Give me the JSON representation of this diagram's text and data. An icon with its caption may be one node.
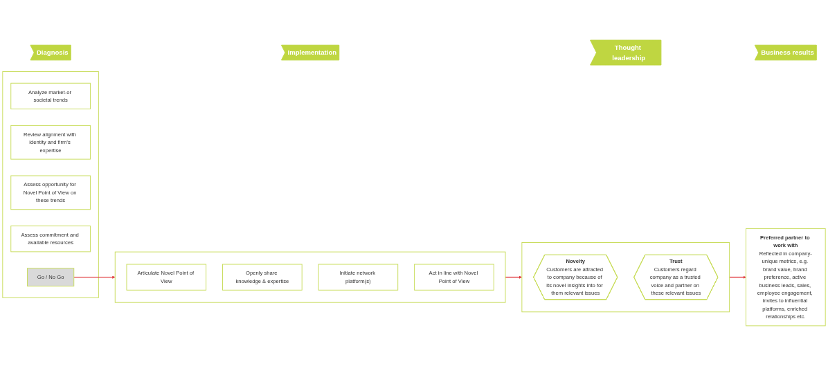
{
  "diagram": {
    "nodes": [
      {
        "text": [
          "Diagnosis"
        ]
      },
      {
        "text": [
          "Implementation"
        ]
      },
      {
        "text": [
          "Thought leadership"
        ]
      },
      {
        "text": [
          "Business results"
        ]
      },
      {
        "text": [],
        "shape": "box"
      },
      {
        "text": [
          "Analyze market-or societal trends"
        ],
        "in": 4
      },
      {
        "text": [
          "Review alignment with identity and firm’s expertise"
        ],
        "in": 4
      },
      {
        "text": [
          "Assess opportunity for Novel Point of View on these trends"
        ],
        "in": 4
      },
      {
        "text": [
          "Assess commitment and available resources"
        ],
        "in": 4
      },
      {
        "text": [
          "Go / No Go"
        ],
        "in": 4
      },
      {
        "text": [],
        "shape": "box"
      },
      {
        "text": [
          "Articulate Novel Point of View"
        ],
        "in": 10
      },
      {
        "text": [
          "Openly share knowledge & expertise"
        ],
        "in": 10
      },
      {
        "text": [
          "Initiate network platform(s)"
        ],
        "in": 10
      },
      {
        "text": [
          "Act in line with Novel Point of View"
        ],
        "in": 10
      },
      {
        "text": [],
        "shape": "box"
      },
      {
        "text": [
          "Novelty",
          "Customers are attracted to company because of its novel insights into for them relevant issues"
        ],
        "in": 15
      },
      {
        "text": [
          "Trust",
          "Customers regard company as a trusted voice and partner on these relevant issues"
        ],
        "in": 15
      },
      {
        "text": [
          "Preferred partner to work with",
          "Reflected in company-unique metrics, e.g. brand value, brand preference, active business leads, sales, employee engagement, invites to influential platforms, enriched relationships etc."
        ]
      }
    ],
    "edges": [
      {
        "from": 9,
        "to": 10,
        "arrow": "to",
        "color": "#e03a3e"
      },
      {
        "from": 10,
        "to": 15,
        "arrow": "to",
        "color": "#e03a3e"
      },
      {
        "from": 15,
        "to": 18,
        "arrow": "to",
        "color": "#e03a3e"
      }
    ]
  }
}
